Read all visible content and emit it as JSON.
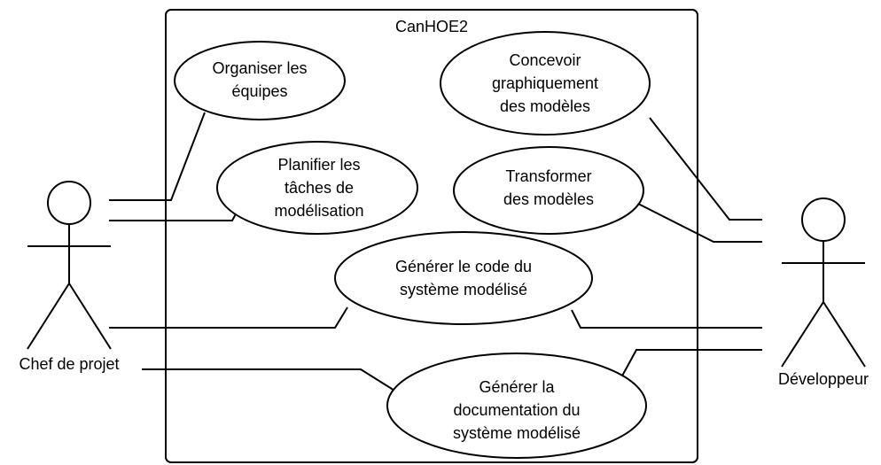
{
  "system": {
    "title": "CanHOE2"
  },
  "actors": {
    "chef": {
      "label": "Chef de projet"
    },
    "dev": {
      "label": "Développeur"
    }
  },
  "use_cases": [
    {
      "lines": [
        "Organiser les",
        "équipes"
      ]
    },
    {
      "lines": [
        "Concevoir",
        "graphiquement",
        "des modèles"
      ]
    },
    {
      "lines": [
        "Planifier les",
        "tâches de",
        "modélisation"
      ]
    },
    {
      "lines": [
        "Transformer",
        "des modèles"
      ]
    },
    {
      "lines": [
        "Générer le code du",
        "système modélisé"
      ]
    },
    {
      "lines": [
        "Générer la",
        "documentation du",
        "système modélisé"
      ]
    }
  ],
  "colors": {
    "stroke": "#000000",
    "fill": "#ffffff"
  }
}
